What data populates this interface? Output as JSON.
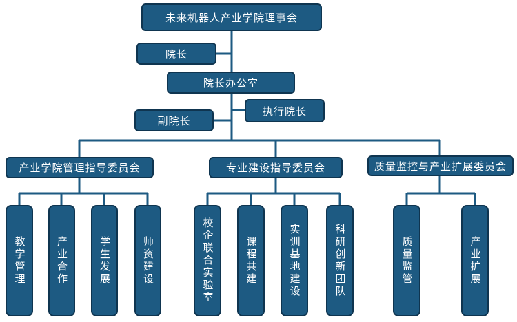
{
  "colors": {
    "box_fill": "#1d5a82",
    "box_border": "#0f3550",
    "text": "#ffffff",
    "line": "#1d5a82"
  },
  "board": "未来机器人产业学院理事会",
  "president": "院长",
  "office": "院长办公室",
  "vice_president": "副院长",
  "executive_president": "执行院长",
  "committees": [
    {
      "name": "产业学院管理指导委员会",
      "units": [
        "教学管理",
        "产业合作",
        "学生发展",
        "师资建设"
      ]
    },
    {
      "name": "专业建设指导委员会",
      "units": [
        "校企联合实验室",
        "课程共建",
        "实训基地建设",
        "科研创新团队"
      ]
    },
    {
      "name": "质量监控与产业扩展委员会",
      "units": [
        "质量监管",
        "产业扩展"
      ]
    }
  ]
}
